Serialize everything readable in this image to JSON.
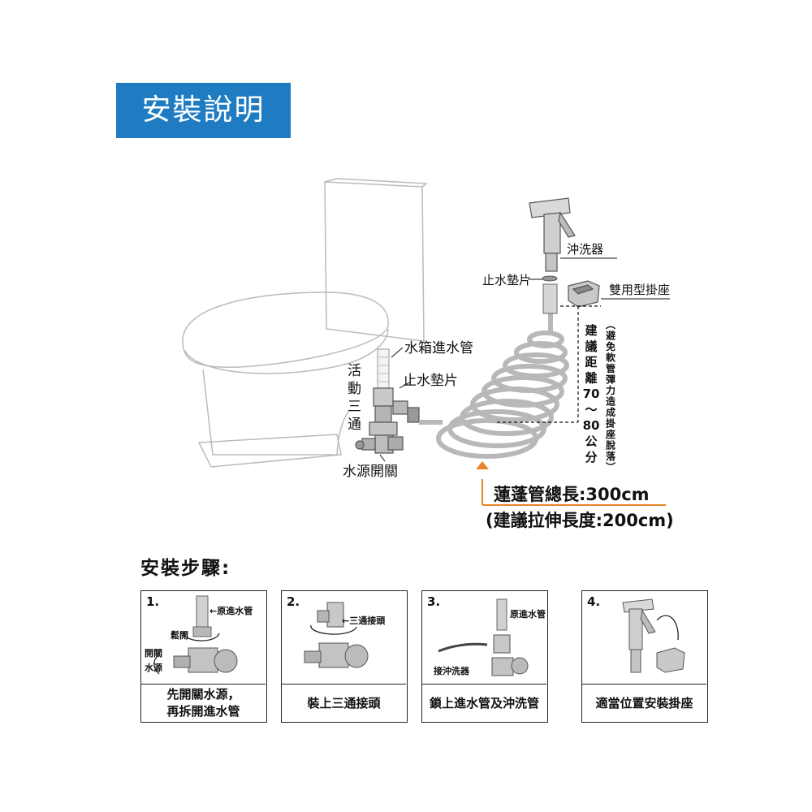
{
  "title": "安裝說明",
  "labels": {
    "sprayer": "沖洗器",
    "washer_top": "止水墊片",
    "holder": "雙用型掛座",
    "tank_pipe": "水箱進水管",
    "tee_v1": "活",
    "tee_v2": "動",
    "tee_v3": "三",
    "tee_v4": "通",
    "washer_mid": "止水墊片",
    "valve": "水源開關",
    "distance_chars": [
      "建",
      "議",
      "距",
      "離",
      "70",
      "～",
      "80",
      "公",
      "分"
    ],
    "note_chars": [
      "︵",
      "避",
      "免",
      "軟",
      "管",
      "彈",
      "力",
      "造",
      "成",
      "掛",
      "座",
      "脫",
      "落",
      "︶"
    ],
    "hose_length": "蓮蓬管總長:300cm",
    "stretch_length": "(建議拉伸長度:200cm)"
  },
  "steps_title": "安裝步驟:",
  "steps": [
    {
      "num": "1.",
      "caption": "先開關水源，\n再拆開進水管",
      "tags": [
        "←原進水管",
        "鬆開",
        "開關",
        "水源"
      ]
    },
    {
      "num": "2.",
      "caption": "裝上三通接頭",
      "tags": [
        "←三通接頭"
      ]
    },
    {
      "num": "3.",
      "caption": "鎖上進水管及沖洗管",
      "tags": [
        "原進水管",
        "接沖洗器"
      ]
    },
    {
      "num": "4.",
      "caption": "適當位置安裝掛座",
      "tags": []
    }
  ],
  "colors": {
    "title_bg": "#1f7cc2",
    "arrow": "#e8852a"
  }
}
